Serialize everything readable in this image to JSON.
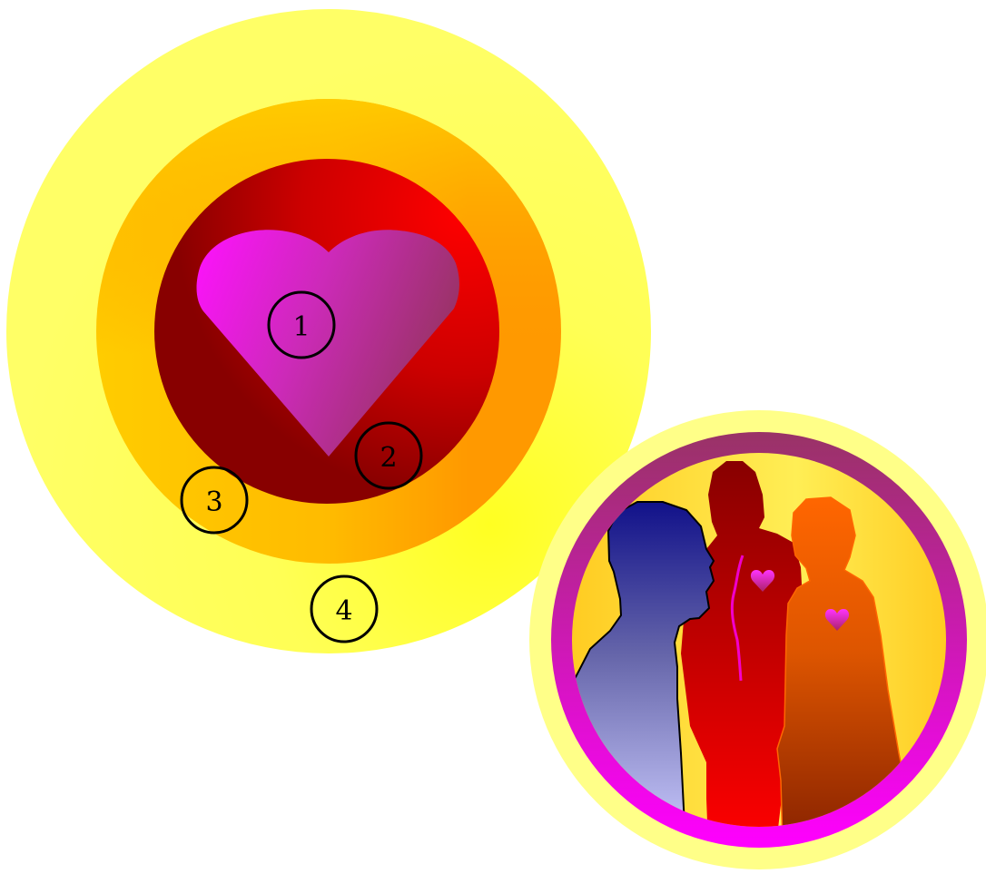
{
  "diagram": {
    "markers": [
      {
        "id": "1",
        "label": "1"
      },
      {
        "id": "2",
        "label": "2"
      },
      {
        "id": "3",
        "label": "3"
      },
      {
        "id": "4",
        "label": "4"
      }
    ]
  },
  "colors": {
    "outer_ring": "#ffff66",
    "outer_ring_highlight": "#ffff22",
    "middle_ring_light": "#ffcc00",
    "middle_ring_dark": "#ff9900",
    "inner_circle_light": "#ff0000",
    "inner_circle_dark": "#880000",
    "heart_left": "#ff11ff",
    "heart_right": "#993366",
    "medallion_outer": "#ffff88",
    "medallion_band_top": "#993366",
    "medallion_band_bottom": "#ff00ff",
    "medallion_bg": "#ffcc22",
    "figure_blue_top": "#11118a",
    "figure_blue_bottom": "#ccccff",
    "figure_red_top": "#880000",
    "figure_red_bottom": "#ff0000",
    "figure_orange_top": "#ff6600",
    "figure_orange_bottom": "#882200",
    "marker_stroke": "#000000"
  }
}
